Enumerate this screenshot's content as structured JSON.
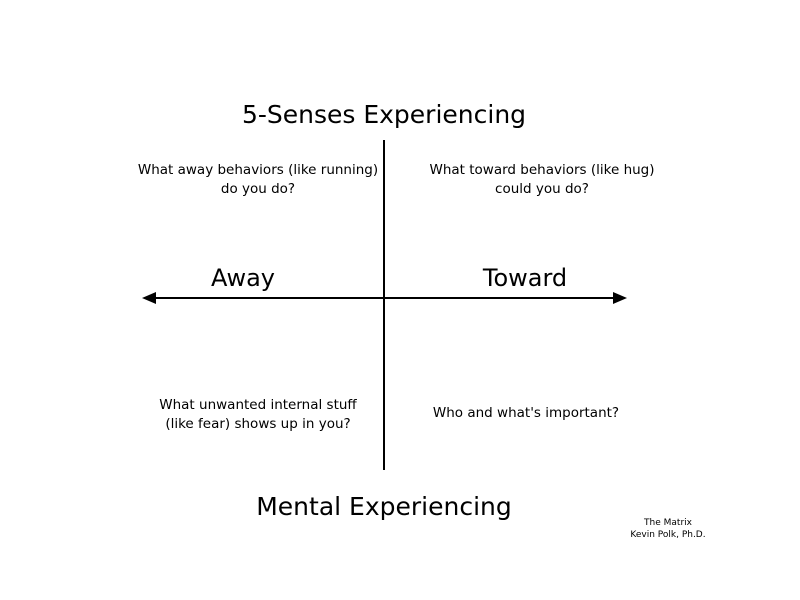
{
  "diagram": {
    "title_top": "5-Senses Experiencing",
    "title_bottom": "Mental Experiencing",
    "axis_left_label": "Away",
    "axis_right_label": "Toward",
    "quadrants": {
      "top_left": {
        "line1": "What away behaviors (like running)",
        "line2": "do you do?"
      },
      "top_right": {
        "line1": "What toward behaviors (like hug)",
        "line2": "could you do?"
      },
      "bottom_left": {
        "line1": "What unwanted internal stuff",
        "line2": "(like fear) shows up in you?"
      },
      "bottom_right": {
        "line1": "Who and what's important?"
      }
    },
    "credit": {
      "line1": "The Matrix",
      "line2": "Kevin Polk, Ph.D."
    },
    "line_color": "#000000"
  }
}
